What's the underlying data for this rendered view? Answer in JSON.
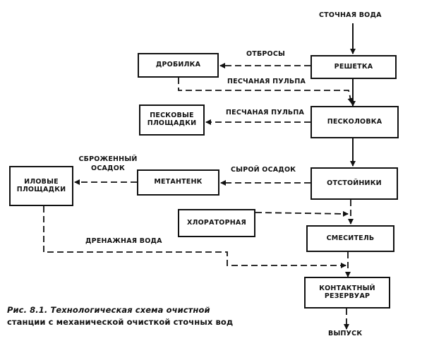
{
  "nodes": {
    "drobilka": "ДРОБИЛКА",
    "reshetka": "РЕШЕТКА",
    "peskovye": "ПЕСКОВЫЕ ПЛОЩАДКИ",
    "peskolovka": "ПЕСКОЛОВКА",
    "ilovye": "ИЛОВЫЕ ПЛОЩАДКИ",
    "metantenk": "МЕТАНТЕНК",
    "otstoyniki": "ОТСТОЙНИКИ",
    "khloratornaya": "ХЛОРАТОРНАЯ",
    "smesitel": "СМЕСИТЕЛЬ",
    "kontaktny": "КОНТАКТНЫЙ РЕЗЕРВУАР"
  },
  "labels": {
    "input": "СТОЧНАЯ ВОДА",
    "otbrosy": "ОТБРОСЫ",
    "peschanaya_1": "ПЕСЧАНАЯ ПУЛЬПА",
    "peschanaya_2": "ПЕСЧАНАЯ ПУЛЬПА",
    "sbrozhenny": "СБРОЖЕННЫЙ ОСАДОК",
    "syroy": "СЫРОЙ ОСАДОК",
    "drenazh": "ДРЕНАЖНАЯ ВОДА",
    "output": "ВЫПУСК"
  },
  "caption": {
    "figure": "Рис. 8.1.",
    "line1": "Технологическая схема очистной",
    "line2": "станции с механической очисткой сточных вод"
  }
}
